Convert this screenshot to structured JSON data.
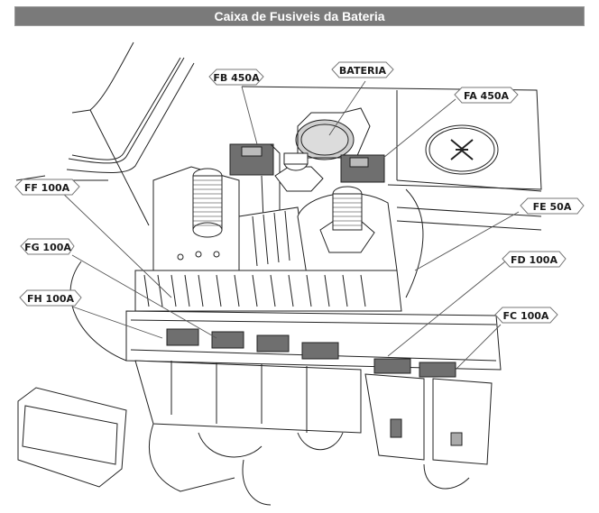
{
  "title": "Caixa de Fusiveis da Bateria",
  "labels": [
    {
      "id": "fb",
      "text": "FB 450A"
    },
    {
      "id": "bateria",
      "text": "BATERIA"
    },
    {
      "id": "fa",
      "text": "FA 450A"
    },
    {
      "id": "ff",
      "text": "FF 100A"
    },
    {
      "id": "fe",
      "text": "FE 50A"
    },
    {
      "id": "fg",
      "text": "FG 100A"
    },
    {
      "id": "fd",
      "text": "FD 100A"
    },
    {
      "id": "fh",
      "text": "FH 100A"
    },
    {
      "id": "fc",
      "text": "FC 100A"
    }
  ],
  "colors": {
    "title_bg": "#7a7a7a",
    "title_text": "#ffffff",
    "fuse_fill": "#6f6f6f",
    "line": "#222222",
    "label_border": "#777777"
  }
}
